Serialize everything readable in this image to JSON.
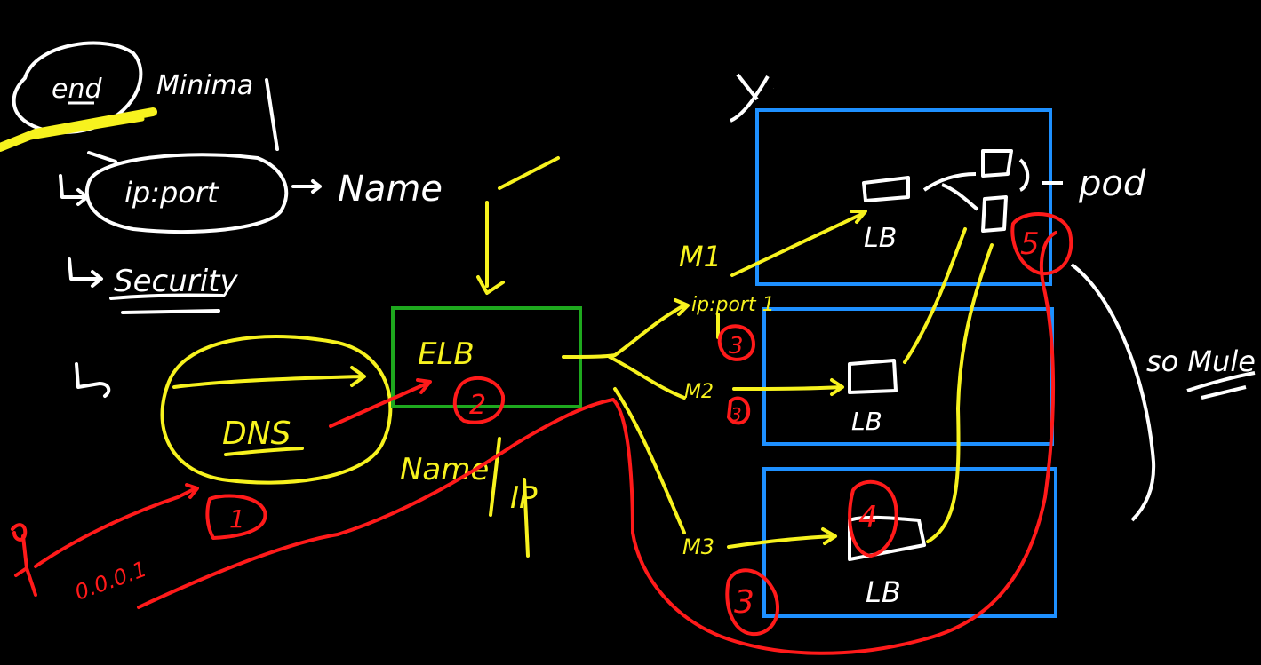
{
  "colors": {
    "background": "#000000",
    "white": "#ffffff",
    "yellow": "#f7f21e",
    "red": "#ff1a1a",
    "green": "#1ea81e",
    "blue": "#1e90ff"
  },
  "labels": {
    "end": "end",
    "minima": "Minima",
    "ipport": "ip:port",
    "name_top": "Name",
    "security": "Security",
    "dns": "DNS",
    "elb": "ELB",
    "name_yellow": "Name",
    "ip": "IP",
    "m1": "M1",
    "m1_ipport": "ip:port 1",
    "m2": "M2",
    "m3": "M3",
    "lb1": "LB",
    "lb2": "LB",
    "lb3": "LB",
    "pod": "pod",
    "so_mule": "so Mule",
    "x_mark": "X",
    "client_ip": "0.0.0.1",
    "step1": "1",
    "step2": "2",
    "step3a": "3",
    "step3b": "3",
    "step3c": "3",
    "step4": "4",
    "step5": "5"
  }
}
